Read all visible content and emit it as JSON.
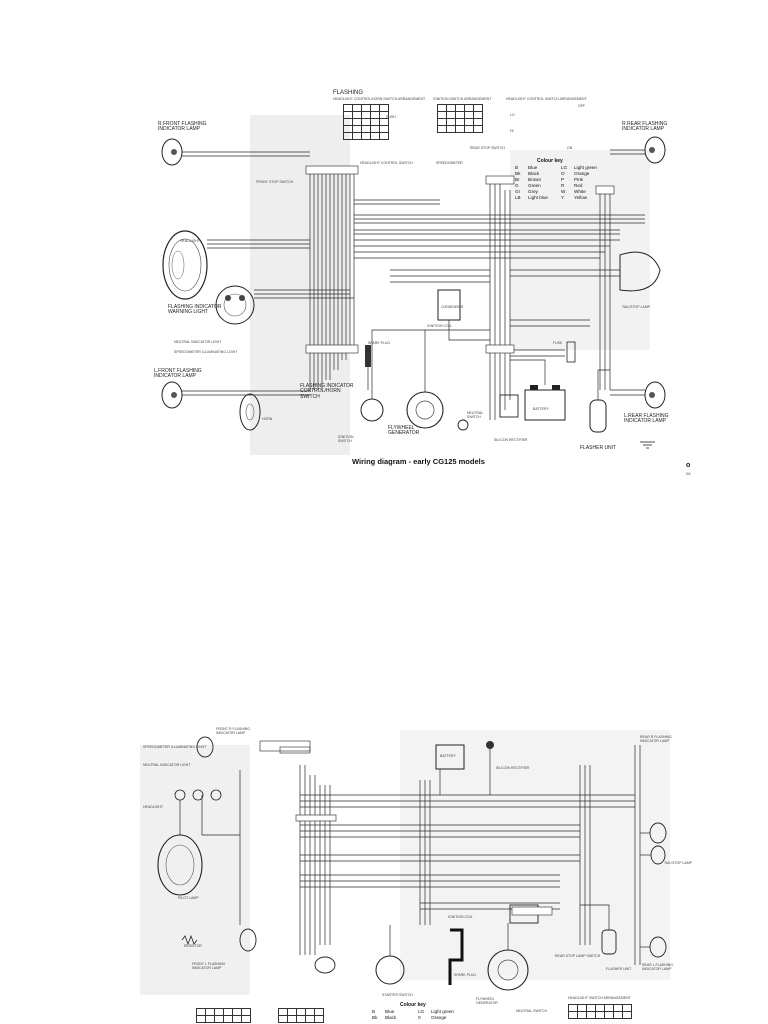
{
  "diagram1": {
    "caption": "Wiring diagram - early CG125 models",
    "page_marker": "o",
    "page_sub": "08",
    "labels": {
      "flashing": "FLASHING",
      "headlight_switch_arr": "HEADLIGHT CONTROL/HORN SWITCH ARRANGEMENT",
      "ignition_switch_arr": "IGNITION SWITCH ARRANGEMENT",
      "headlight_ctrl_switch_arr": "HEADLIGHT CONTROL SWITCH ARRANGEMENT",
      "r_front_flashing": "R.FRONT FLASHING INDICATOR LAMP",
      "r_rear_flashing": "R.REAR FLASHING INDICATOR LAMP",
      "front_stop_switch": "FRONT STOP SWITCH",
      "headlight_control_switch": "HEADLIGHT CONTROL SWITCH",
      "speedometer": "SPEEDOMETER",
      "rear_stop_switch": "REAR STOP SWITCH",
      "headlight": "HEADLIGHT",
      "flashing_indicator_warning": "FLASHING INDICATOR WARNING LIGHT",
      "neutral_indicator": "NEUTRAL INDICATOR LIGHT",
      "speedometer_illuminating": "SPEEDOMETER ILLUMINATING LIGHT",
      "l_front_flashing": "L.FRONT FLASHING INDICATOR LAMP",
      "ignition_coil": "IGNITION COIL",
      "condenser": "CONDENSER",
      "spark_plug": "SPARK PLUG",
      "flashing_indicator_control": "FLASHING INDICATOR CONTROL/HORN SWITCH",
      "ignition_switch": "IGNITION SWITCH",
      "flywheel_generator": "FLYWHEEL GENERATOR",
      "neutral_switch": "NEUTRAL SWITCH",
      "silicon_rectifier": "SILICON RECTIFIER",
      "fuse": "FUSE",
      "battery": "BATTERY",
      "horn": "HORN",
      "tail_stop_lamp": "TAIL/STOP LAMP",
      "l_rear_flashing": "L.REAR FLASHING INDICATOR LAMP",
      "flasher_unit": "FLASHER UNIT",
      "off": "OFF",
      "on": "ON",
      "lo": "LO",
      "hi": "HI",
      "push": "PUSH"
    },
    "colour_key": {
      "title": "Colour key",
      "rows": [
        [
          "B",
          "Blue",
          "LG",
          "Light green"
        ],
        [
          "Bk",
          "Black",
          "O",
          "Orange"
        ],
        [
          "Br",
          "Brown",
          "P",
          "Pink"
        ],
        [
          "G",
          "Green",
          "R",
          "Red"
        ],
        [
          "Gr",
          "Grey",
          "W",
          "White"
        ],
        [
          "LB",
          "Light blue",
          "Y",
          "Yellow"
        ]
      ]
    }
  },
  "diagram2": {
    "labels": {
      "front_r_flashing": "FRONT R FLASHING INDICATOR LAMP",
      "speedometer_illum": "SPEEDOMETER ILLUMINATING LIGHT",
      "neutral_indicator": "NEUTRAL INDICATOR LIGHT",
      "headlight": "HEADLIGHT",
      "pilot_lamp": "PILOT LAMP",
      "resistor": "RESISTOR",
      "front_l_flashing": "FRONT L FLASHING INDICATOR LAMP",
      "battery": "BATTERY",
      "silicon_rectifier": "SILICON RECTIFIER",
      "rear_r_flashing": "REAR R FLASHING INDICATOR LAMP",
      "tail_stop_lamp": "TAIL/STOP LAMP",
      "ignition_coil": "IGNITION COIL",
      "spark_plug": "SPARK PLUG",
      "flywheel_generator": "FLYWHEEL GENERATOR",
      "neutral_switch": "NEUTRAL SWITCH",
      "rear_stop_switch": "REAR STOP LAMP SWITCH",
      "flasher_unit": "FLASHER UNIT",
      "rear_l_flashing": "REAR L FLASHING INDICATOR LAMP",
      "starter_switch": "STARTER SWITCH",
      "headlight_switch_arr": "HEADLIGHT SWITCH ARRANGEMENT"
    },
    "colour_key": {
      "title": "Colour key",
      "rows": [
        [
          "B",
          "Blue",
          "LG",
          "Light green"
        ],
        [
          "Bk",
          "Black",
          "0",
          "Orange"
        ]
      ]
    }
  },
  "colors": {
    "ink": "#1a1a1a",
    "wire": "#2a2a2a",
    "paper": "#ffffff",
    "shade": "#e6e6e6"
  }
}
